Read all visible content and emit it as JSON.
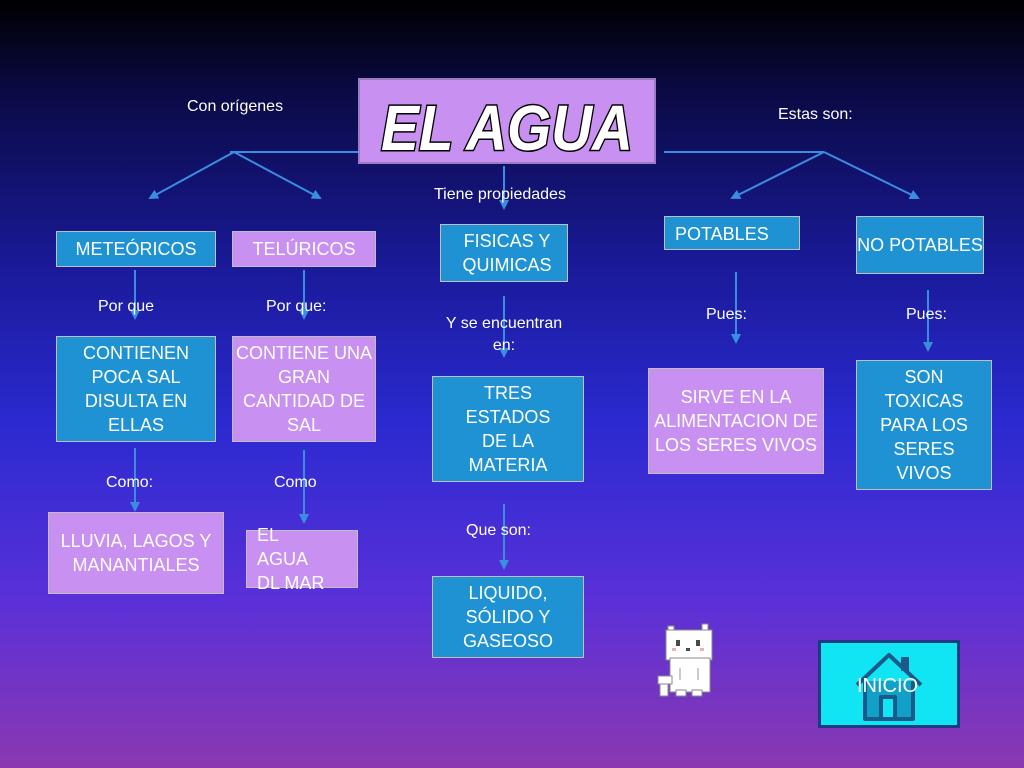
{
  "title": "EL AGUA",
  "labels": {
    "con_origenes": "Con orígenes",
    "tiene_propiedades": "Tiene propiedades",
    "estas_son": "Estas son:",
    "por_que_1": "Por que",
    "por_que_2": "Por que:",
    "y_se_encuentran": "Y se encuentran en:",
    "pues_1": "Pues:",
    "pues_2": "Pues:",
    "como_1": "Como:",
    "como_2": "Como",
    "que_son": "Que son:"
  },
  "boxes": {
    "meteoricos": "METEÓRICOS",
    "telurico": "TELÚRICOS",
    "fisicas": "FISICAS Y QUIMICAS",
    "potables": "POTABLES",
    "no_potables": "NO POTABLES",
    "contienen_poca": "CONTIENEN POCA SAL DISULTA EN ELLAS",
    "contiene_gran": "CONTIENE UNA GRAN CANTIDAD DE SAL",
    "tres_estados": "TRES ESTADOS DE LA MATERIA",
    "sirve": "SIRVE EN LA ALIMENTACION DE LOS SERES VIVOS",
    "toxicas": "SON TOXICAS PARA LOS SERES VIVOS",
    "lluvia": "LLUVIA, LAGOS Y MANANTIALES",
    "agua_mar": "EL AGUA DL MAR",
    "liquido": "LIQUIDO, SÓLIDO Y GASEOSO"
  },
  "inicio": "INICIO",
  "colors": {
    "cyan_box": "#1e92d2",
    "lilac_box": "#c890f0",
    "button": "#11e4f2",
    "arrow": "#3a8ee0"
  },
  "icons": [
    "house-icon",
    "cat-icon"
  ]
}
